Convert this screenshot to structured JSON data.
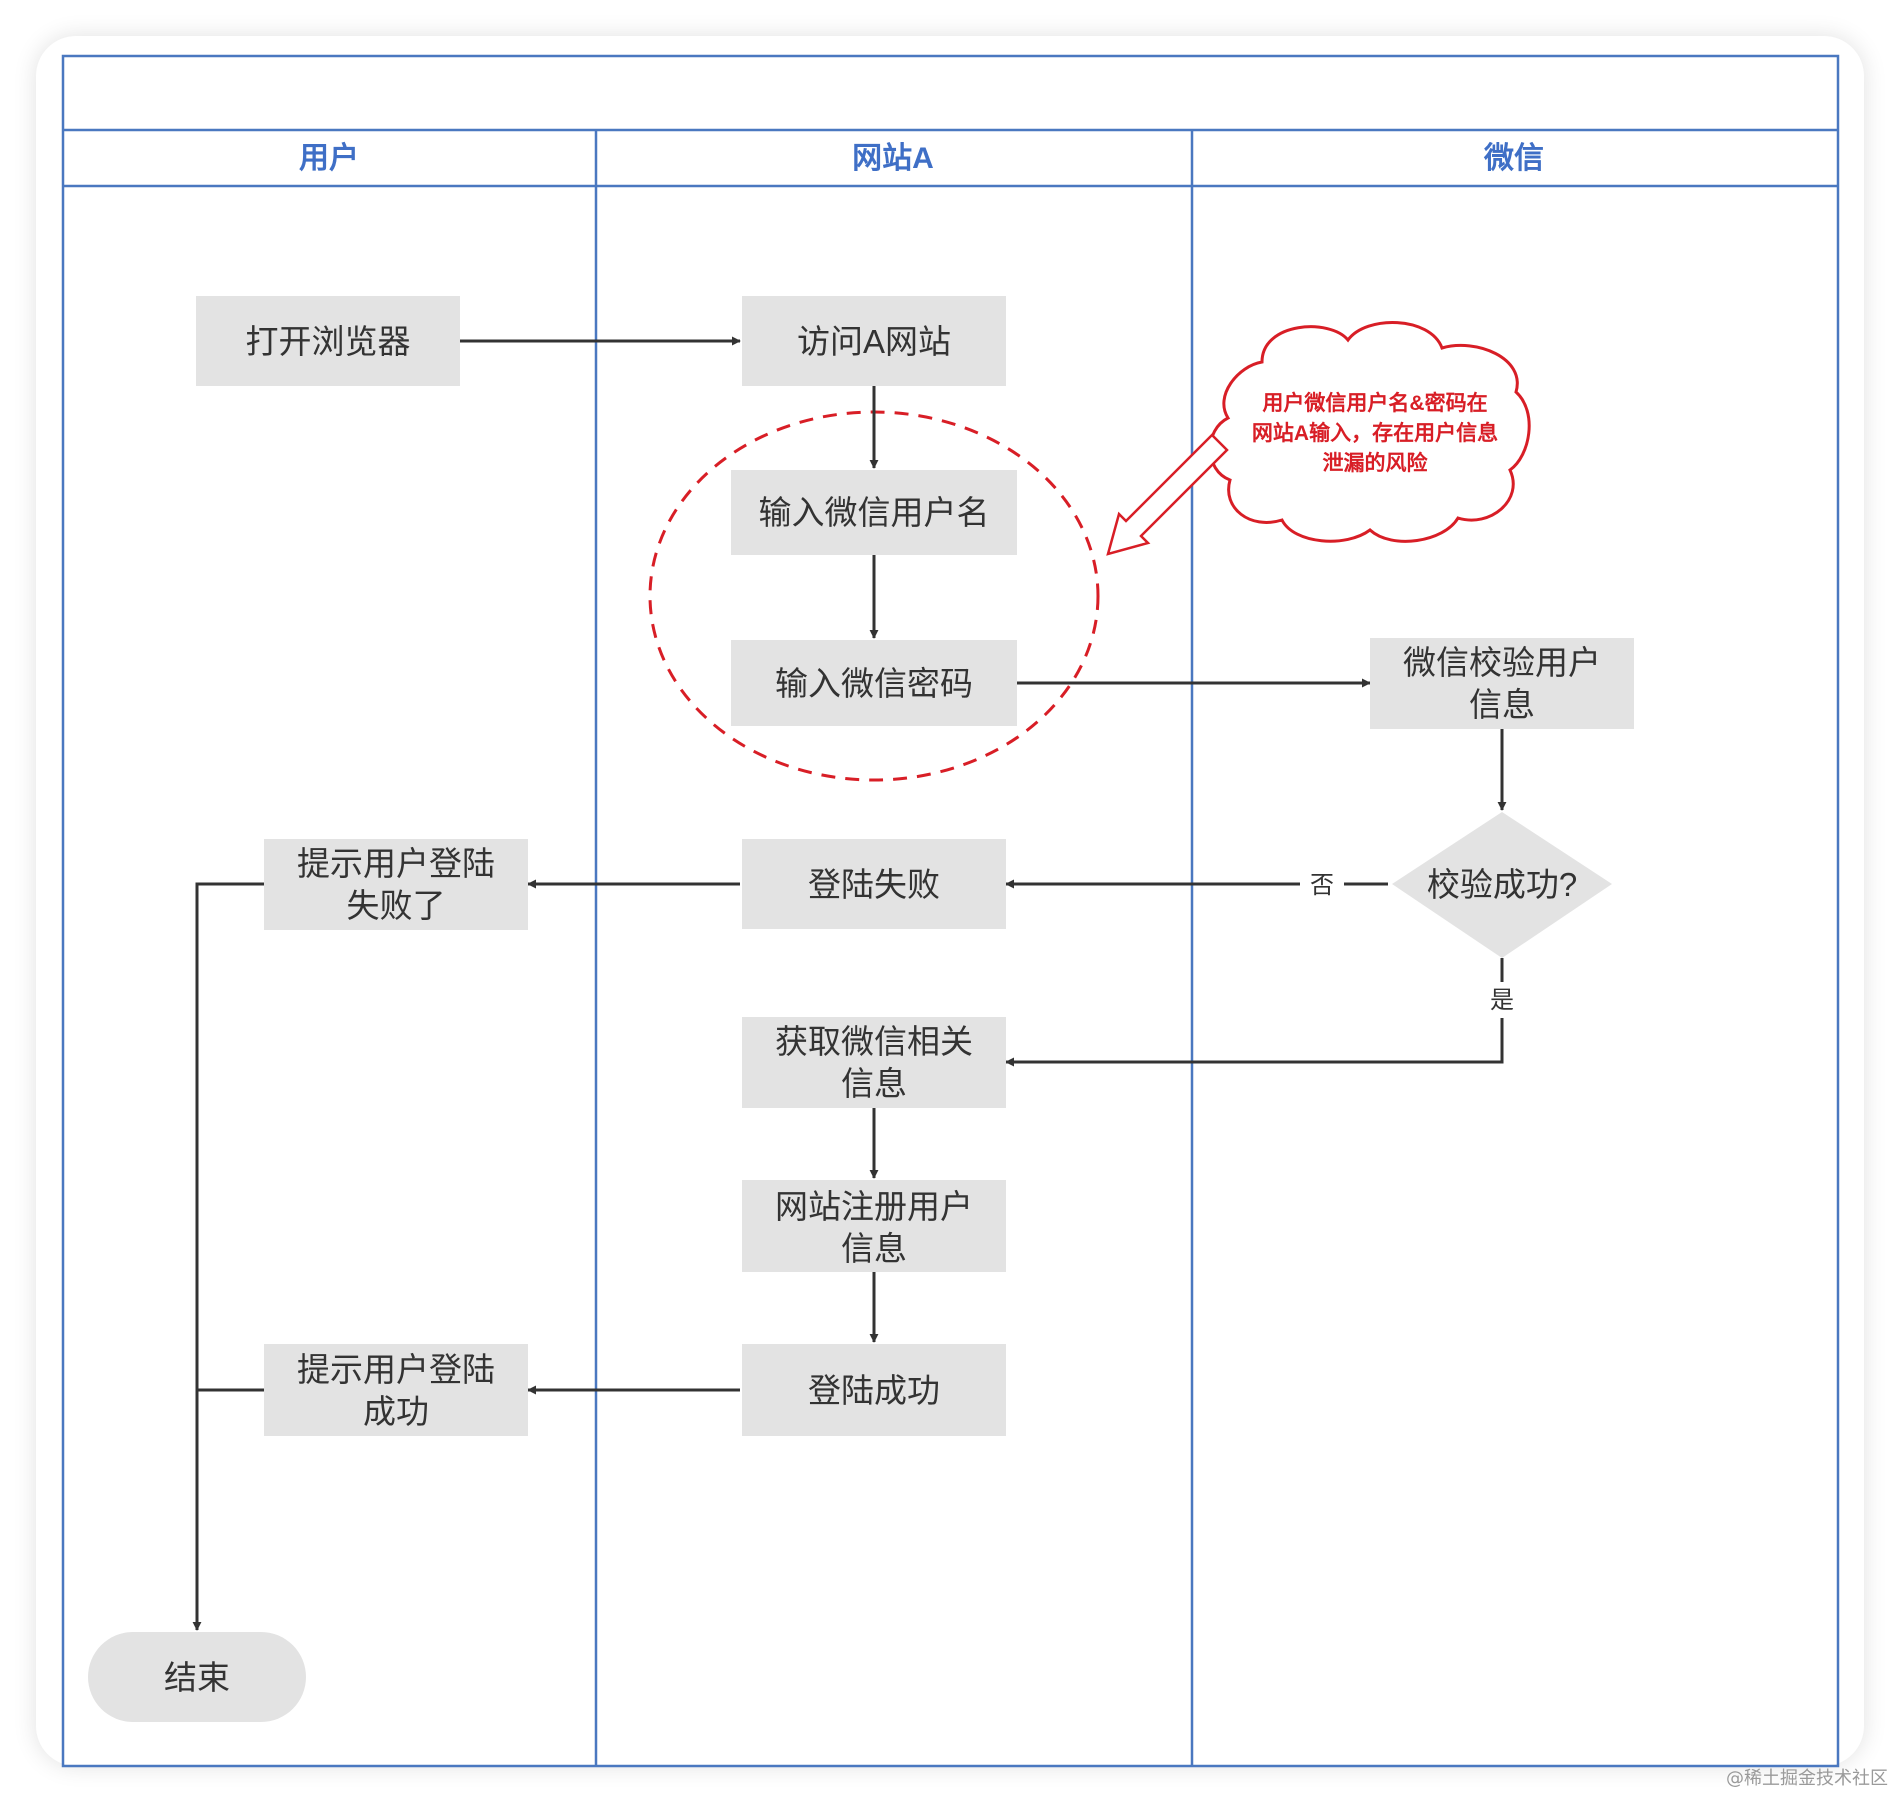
{
  "lanes": {
    "user": "用户",
    "site": "网站A",
    "wechat": "微信"
  },
  "nodes": {
    "open_browser": "打开浏览器",
    "visit_site": "访问A网站",
    "input_username": "输入微信用户名",
    "input_password": "输入微信密码",
    "wechat_verify": [
      "微信校验用户",
      "信息"
    ],
    "verify_success": "校验成功?",
    "login_fail": "登陆失败",
    "prompt_fail": [
      "提示用户登陆",
      "失败了"
    ],
    "get_wechat_info": [
      "获取微信相关",
      "信息"
    ],
    "register_user": [
      "网站注册用户",
      "信息"
    ],
    "login_success": "登陆成功",
    "prompt_success": [
      "提示用户登陆",
      "成功"
    ],
    "end": "结束"
  },
  "edge_labels": {
    "no": "否",
    "yes": "是"
  },
  "annotation": {
    "cloud_text": [
      "用户微信用户名&密码在",
      "网站A输入，存在用户信息",
      "泄漏的风险"
    ],
    "color": "#d81e26"
  },
  "colors": {
    "lane_line": "#4a78c0",
    "lane_title": "#3f6fc6",
    "node_fill": "#e3e3e3",
    "arrow": "#333333"
  },
  "watermark": "@稀土掘金技术社区"
}
